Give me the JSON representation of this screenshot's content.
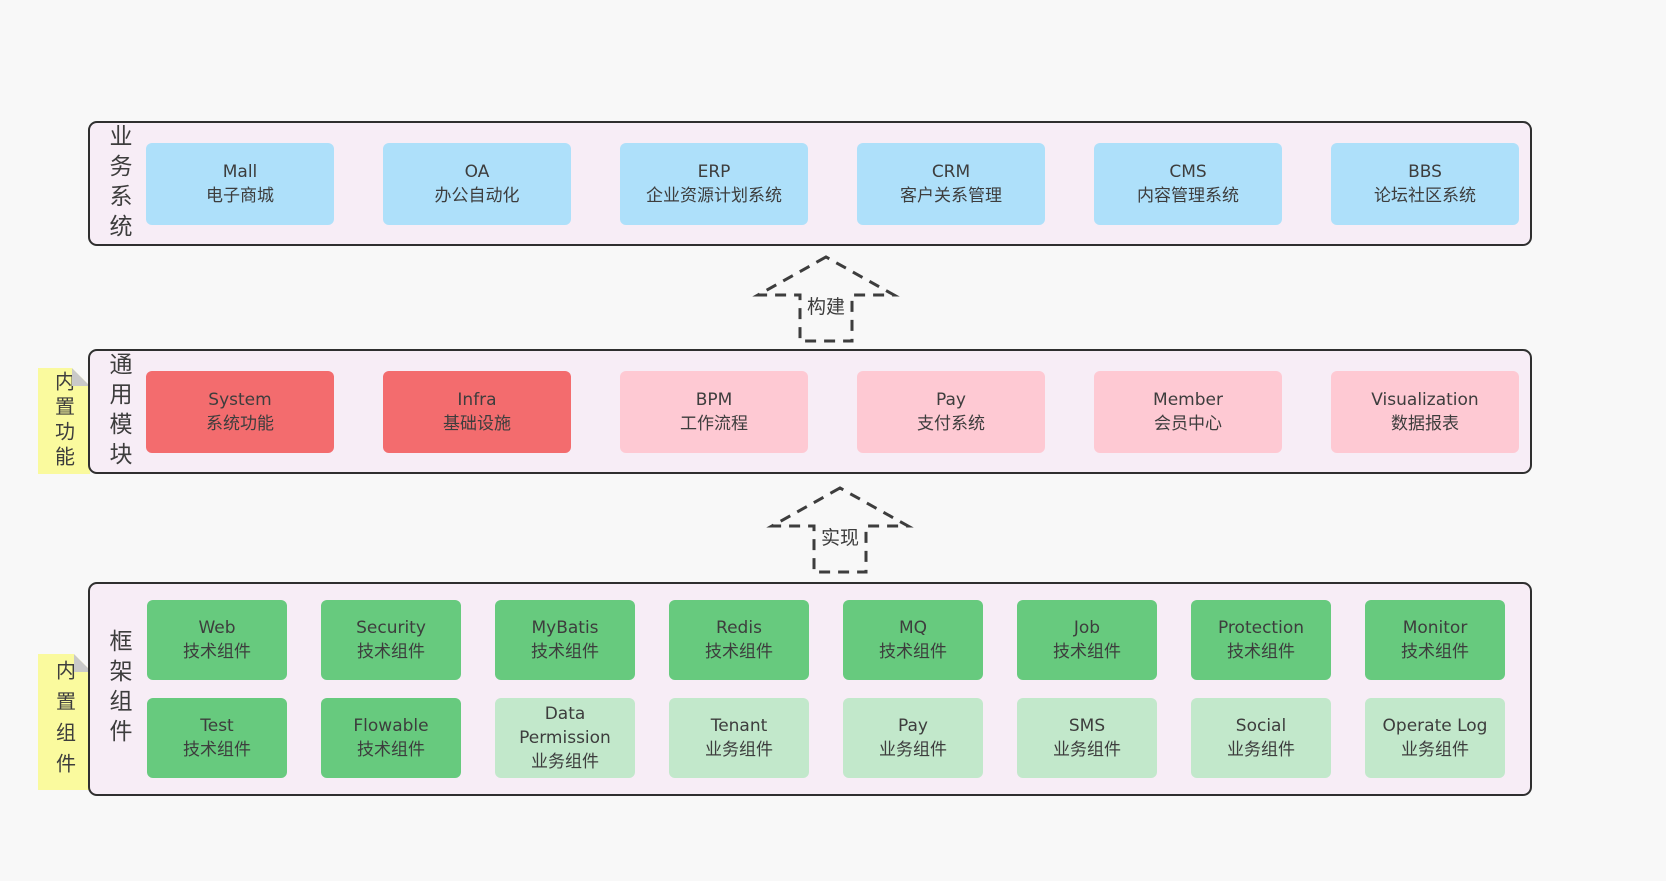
{
  "colors": {
    "background": "#f8f8f8",
    "layer_bg": "#f7edf6",
    "layer_border": "#2f2f2f",
    "blue": "#aee0fa",
    "red": "#f36c6e",
    "pink": "#fec9d3",
    "green": "#67ca7e",
    "green_light": "#c2e8cb",
    "note": "#fafa9e",
    "note_fold": "#c9c9c9",
    "text": "#3d3d3d"
  },
  "layers": [
    {
      "name": "business-systems",
      "side_label": "业务系统",
      "sticky_note": null,
      "rows": [
        [
          {
            "title": "Mall",
            "subtitle": "电子商城",
            "color": "blue"
          },
          {
            "title": "OA",
            "subtitle": "办公自动化",
            "color": "blue"
          },
          {
            "title": "ERP",
            "subtitle": "企业资源计划系统",
            "color": "blue"
          },
          {
            "title": "CRM",
            "subtitle": "客户关系管理",
            "color": "blue"
          },
          {
            "title": "CMS",
            "subtitle": "内容管理系统",
            "color": "blue"
          },
          {
            "title": "BBS",
            "subtitle": "论坛社区系统",
            "color": "blue"
          }
        ]
      ]
    },
    {
      "name": "common-modules",
      "side_label": "通用模块",
      "sticky_note": "内置功能",
      "rows": [
        [
          {
            "title": "System",
            "subtitle": "系统功能",
            "color": "red"
          },
          {
            "title": "Infra",
            "subtitle": "基础设施",
            "color": "red"
          },
          {
            "title": "BPM",
            "subtitle": "工作流程",
            "color": "pink"
          },
          {
            "title": "Pay",
            "subtitle": "支付系统",
            "color": "pink"
          },
          {
            "title": "Member",
            "subtitle": "会员中心",
            "color": "pink"
          },
          {
            "title": "Visualization",
            "subtitle": "数据报表",
            "color": "pink"
          }
        ]
      ]
    },
    {
      "name": "framework-components",
      "side_label": "框架组件",
      "sticky_note": "内置组件",
      "rows": [
        [
          {
            "title": "Web",
            "subtitle": "技术组件",
            "color": "green"
          },
          {
            "title": "Security",
            "subtitle": "技术组件",
            "color": "green"
          },
          {
            "title": "MyBatis",
            "subtitle": "技术组件",
            "color": "green"
          },
          {
            "title": "Redis",
            "subtitle": "技术组件",
            "color": "green"
          },
          {
            "title": "MQ",
            "subtitle": "技术组件",
            "color": "green"
          },
          {
            "title": "Job",
            "subtitle": "技术组件",
            "color": "green"
          },
          {
            "title": "Protection",
            "subtitle": "技术组件",
            "color": "green"
          },
          {
            "title": "Monitor",
            "subtitle": "技术组件",
            "color": "green"
          }
        ],
        [
          {
            "title": "Test",
            "subtitle": "技术组件",
            "color": "green"
          },
          {
            "title": "Flowable",
            "subtitle": "技术组件",
            "color": "green"
          },
          {
            "title": "Data Permission",
            "subtitle": "业务组件",
            "color": "green_light"
          },
          {
            "title": "Tenant",
            "subtitle": "业务组件",
            "color": "green_light"
          },
          {
            "title": "Pay",
            "subtitle": "业务组件",
            "color": "green_light"
          },
          {
            "title": "SMS",
            "subtitle": "业务组件",
            "color": "green_light"
          },
          {
            "title": "Social",
            "subtitle": "业务组件",
            "color": "green_light"
          },
          {
            "title": "Operate Log",
            "subtitle": "业务组件",
            "color": "green_light"
          }
        ]
      ]
    }
  ],
  "arrows": [
    {
      "label": "构建"
    },
    {
      "label": "实现"
    }
  ]
}
